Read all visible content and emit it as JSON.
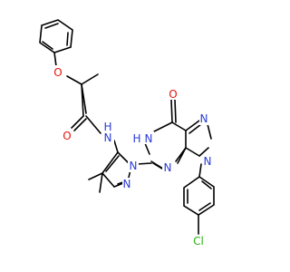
{
  "atoms": {
    "ether_o": "O",
    "amide_o": "O",
    "amide_nh": "N",
    "amide_h": "H",
    "nh_h": "H",
    "nh_n": "N",
    "keto_o": "O",
    "pyrazole_n_top": "N",
    "pyrazole_n1": "N",
    "pyrimidine_n": "N",
    "pz_n1": "N",
    "pz_n2": "N",
    "chlorine": "Cl"
  },
  "colors": {
    "oxygen": "#e8120c",
    "nitrogen": "#2a3bd6",
    "chlorine": "#2bb312",
    "carbon": "#000000"
  }
}
